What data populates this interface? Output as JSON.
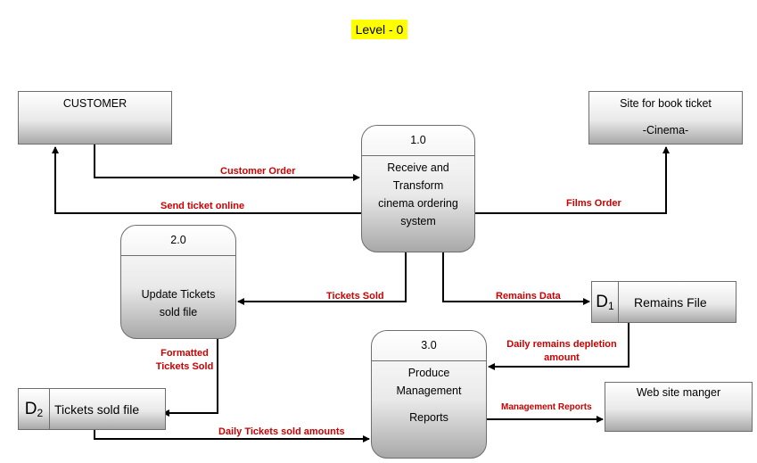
{
  "title": "Level - 0",
  "entities": {
    "customer": {
      "label": "CUSTOMER"
    },
    "site": {
      "line1": "Site for book ticket",
      "line2": "-Cinema-"
    },
    "web_manager": {
      "label": "Web site manger"
    }
  },
  "processes": {
    "p1": {
      "id": "1.0",
      "lines": [
        "Receive and",
        "Transform",
        "cinema ordering",
        "system"
      ]
    },
    "p2": {
      "id": "2.0",
      "lines": [
        "Update Tickets",
        "sold file"
      ]
    },
    "p3": {
      "id": "3.0",
      "lines": [
        "Produce",
        "Management",
        "Reports"
      ]
    }
  },
  "stores": {
    "d1": {
      "letter": "D",
      "num": "1",
      "name": "Remains File"
    },
    "d2": {
      "letter": "D",
      "num": "2",
      "name": "Tickets sold file"
    }
  },
  "flows": {
    "customer_order": "Customer Order",
    "send_ticket": "Send ticket online",
    "films_order": "Films Order",
    "tickets_sold": "Tickets Sold",
    "remains_data": "Remains Data",
    "formatted_1": "Formatted",
    "formatted_2": "Tickets Sold",
    "daily_remains_1": "Daily remains depletion",
    "daily_remains_2": "amount",
    "management_reports": "Management Reports",
    "daily_tickets": "Daily Tickets sold amounts"
  },
  "colors": {
    "flow_label": "#cc0000",
    "title_highlight": "#ffff00",
    "line": "#000000"
  }
}
